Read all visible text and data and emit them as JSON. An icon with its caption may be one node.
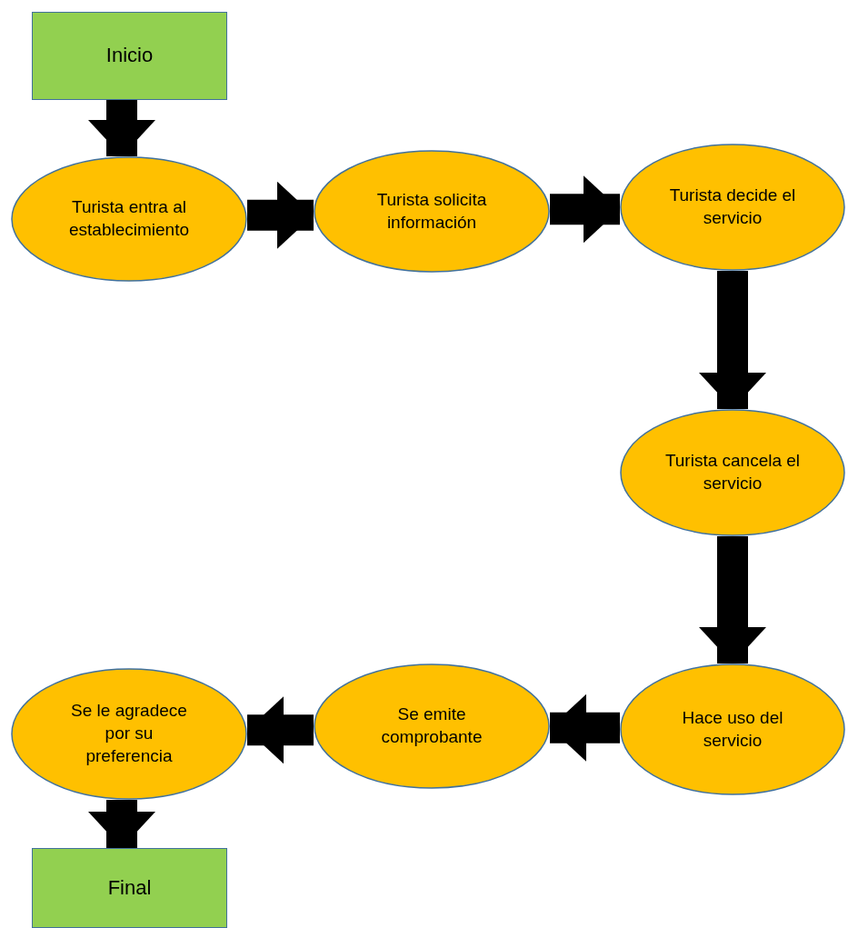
{
  "diagram": {
    "nodes": [
      {
        "text": [
          "Inicio"
        ]
      },
      {
        "text": [
          "Turista entra al establecimiento"
        ]
      },
      {
        "text": [
          "Turista solicita información"
        ]
      },
      {
        "text": [
          "Turista decide el servicio"
        ]
      },
      {
        "text": [
          "Turista cancela el servicio"
        ]
      },
      {
        "text": [
          "Hace uso del servicio"
        ]
      },
      {
        "text": [
          "Se emite comprobante"
        ]
      },
      {
        "text": [
          "Se le agradece por su preferencia"
        ]
      },
      {
        "text": [
          "Final"
        ]
      }
    ],
    "edges": [
      {
        "from": 0,
        "to": 1,
        "arrow": "to"
      },
      {
        "from": 1,
        "to": 2,
        "arrow": "to"
      },
      {
        "from": 2,
        "to": 3,
        "arrow": "to"
      },
      {
        "from": 3,
        "to": 4,
        "arrow": "to"
      },
      {
        "from": 4,
        "to": 5,
        "arrow": "to"
      },
      {
        "from": 5,
        "to": 6,
        "arrow": "to"
      },
      {
        "from": 6,
        "to": 7,
        "arrow": "to"
      },
      {
        "from": 7,
        "to": 8,
        "arrow": "to"
      }
    ]
  }
}
